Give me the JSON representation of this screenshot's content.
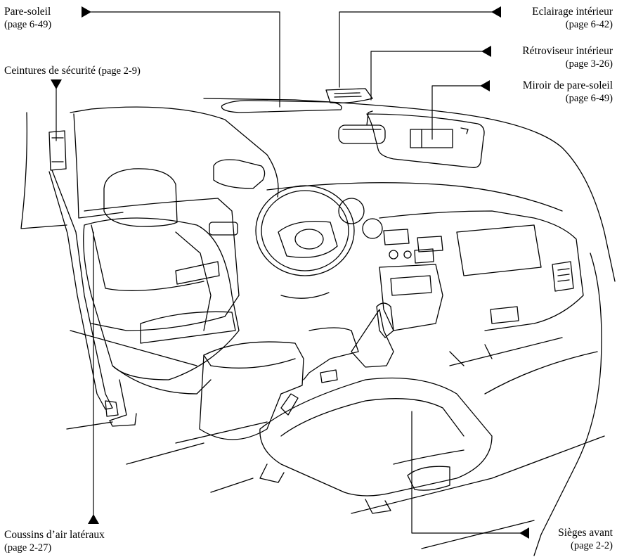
{
  "callouts": {
    "sun_visor": {
      "title": "Pare-soleil",
      "page": "(page 6-49)"
    },
    "seat_belts": {
      "title": "Ceintures de sécurité",
      "page": "(page 2-9)"
    },
    "side_airbags": {
      "title": "Coussins d’air latéraux",
      "page": "(page 2-27)"
    },
    "interior_light": {
      "title": "Eclairage intérieur",
      "page": "(page 6-42)"
    },
    "rearview_mirror": {
      "title": "Rétroviseur intérieur",
      "page": "(page 3-26)"
    },
    "vanity_mirror": {
      "title": "Miroir de pare-soleil",
      "page": "(page 6-49)"
    },
    "front_seats": {
      "title": "Sièges avant",
      "page": "(page 2-2)"
    }
  }
}
